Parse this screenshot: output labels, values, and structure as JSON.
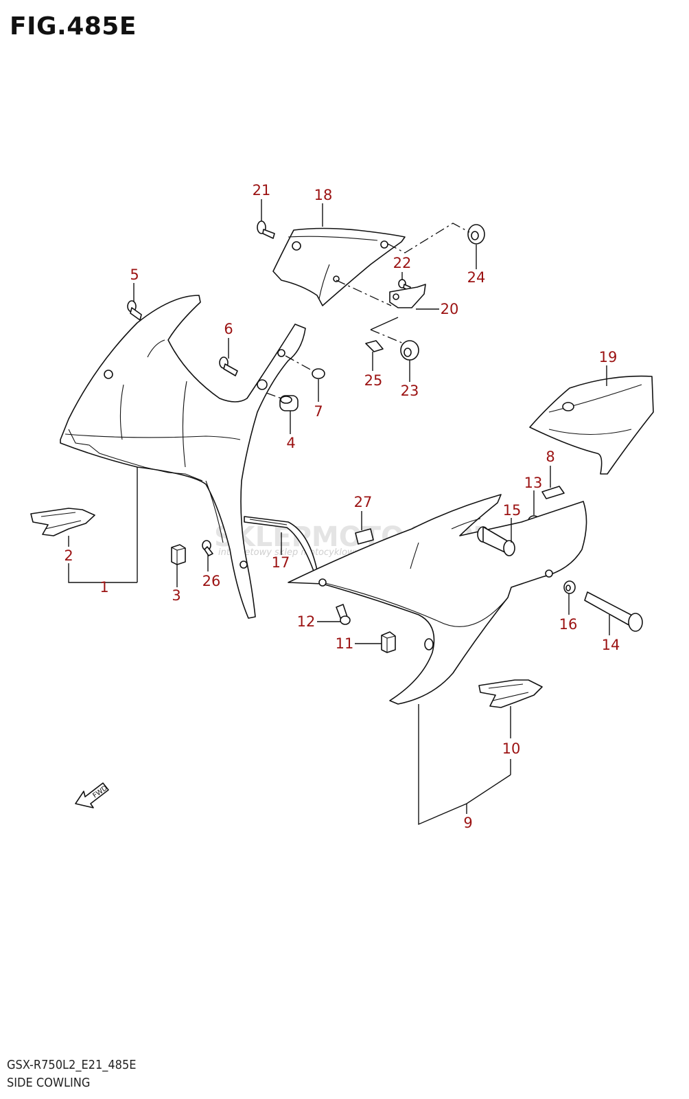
{
  "figure": {
    "title": "FIG.485E",
    "model_code": "GSX-R750L2_E21_485E",
    "section_name": "SIDE COWLING"
  },
  "watermark": {
    "brand": "SKLEPMOTO46.PL",
    "tagline": "internetowy sklep motocyklowy"
  },
  "fwd_arrow": {
    "label": "FWD"
  },
  "callouts": [
    {
      "id": "1",
      "label": "1"
    },
    {
      "id": "2",
      "label": "2"
    },
    {
      "id": "3",
      "label": "3"
    },
    {
      "id": "4",
      "label": "4"
    },
    {
      "id": "5",
      "label": "5"
    },
    {
      "id": "6",
      "label": "6"
    },
    {
      "id": "7",
      "label": "7"
    },
    {
      "id": "8",
      "label": "8"
    },
    {
      "id": "9",
      "label": "9"
    },
    {
      "id": "10",
      "label": "10"
    },
    {
      "id": "11",
      "label": "11"
    },
    {
      "id": "12",
      "label": "12"
    },
    {
      "id": "13",
      "label": "13"
    },
    {
      "id": "14",
      "label": "14"
    },
    {
      "id": "15",
      "label": "15"
    },
    {
      "id": "16",
      "label": "16"
    },
    {
      "id": "17",
      "label": "17"
    },
    {
      "id": "18",
      "label": "18"
    },
    {
      "id": "19",
      "label": "19"
    },
    {
      "id": "20",
      "label": "20"
    },
    {
      "id": "21",
      "label": "21"
    },
    {
      "id": "22",
      "label": "22"
    },
    {
      "id": "23",
      "label": "23"
    },
    {
      "id": "24",
      "label": "24"
    },
    {
      "id": "25",
      "label": "25"
    },
    {
      "id": "26",
      "label": "26"
    },
    {
      "id": "27",
      "label": "27"
    }
  ],
  "colors": {
    "callout": "#9b1212",
    "line": "#111111"
  }
}
